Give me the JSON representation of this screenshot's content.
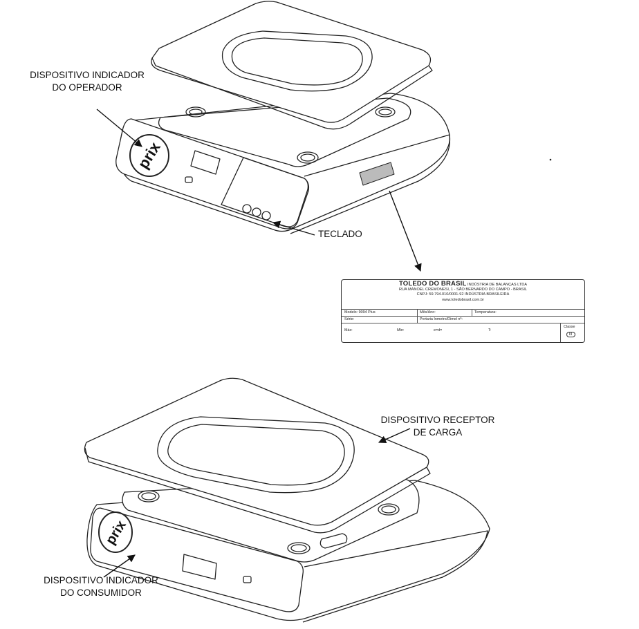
{
  "labels": {
    "operator_display_line1": "DISPOSITIVO INDICADOR",
    "operator_display_line2": "DO OPERADOR",
    "keypad": "TECLADO",
    "load_receptor_line1": "DISPOSITIVO RECEPTOR",
    "load_receptor_line2": "DE CARGA",
    "consumer_display_line1": "DISPOSITIVO INDICADOR",
    "consumer_display_line2": "DO CONSUMIDOR"
  },
  "logo_text": "prix",
  "nameplate": {
    "brand": "TOLEDO DO BRASIL",
    "company": "INDÚSTRIA  DE BALANÇAS LTDA",
    "address": "RUA MANOEL CREMONESI, 1 - SÃO BERNARDO DO CAMPO - BRASIL",
    "cnpj": "CNPJ: 59.794.010/0001-92    INDÚSTRIA BRASILEIRA",
    "website": "www.toledobrasil.com.br",
    "model": "Modelo: 9094 Plus",
    "month_year": "Mês/Ano:",
    "temperature": "Temperatura:",
    "serial": "Série:",
    "ordinance": "Portaria Inmetro/Dimel nº:",
    "max": "Máx:",
    "min": "Mín:",
    "e_d": "e=d=",
    "t": "T:",
    "class": "Classe",
    "class_symbol": "III"
  }
}
